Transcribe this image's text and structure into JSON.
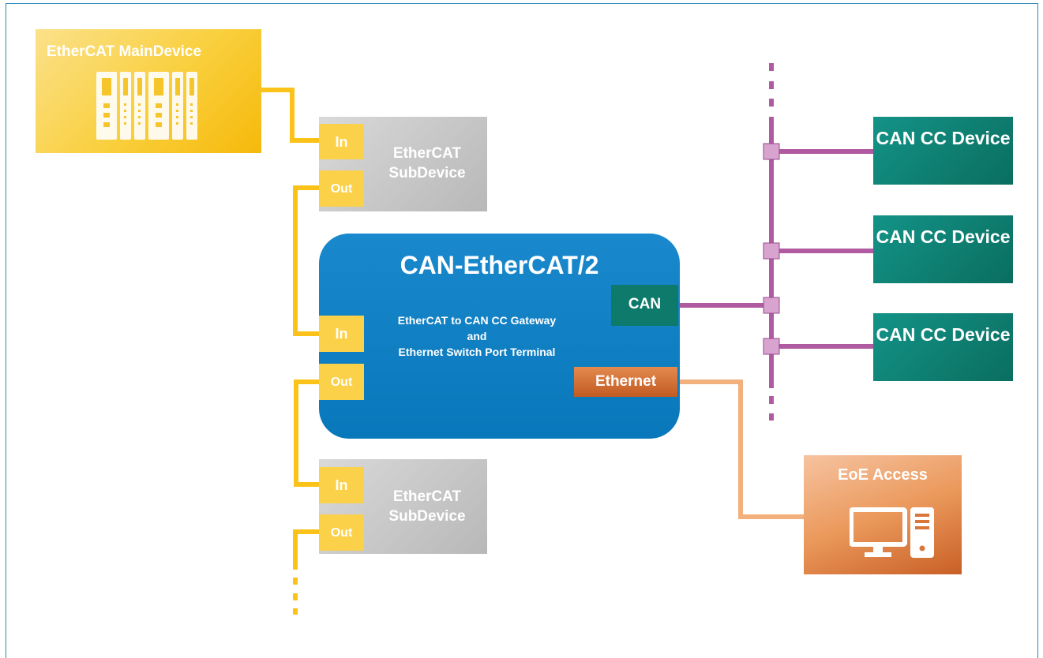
{
  "main_device": {
    "title": "EtherCAT MainDevice"
  },
  "subdevice_top": {
    "name": "EtherCAT SubDevice",
    "in_label": "In",
    "out_label": "Out"
  },
  "subdevice_bottom": {
    "name": "EtherCAT SubDevice",
    "in_label": "In",
    "out_label": "Out"
  },
  "gateway": {
    "title": "CAN-EtherCAT/2",
    "description_lines": [
      "EtherCAT to CAN CC Gateway",
      "and",
      "Ethernet Switch Port Terminal"
    ],
    "in_label": "In",
    "out_label": "Out",
    "can_port": "CAN",
    "ethernet_port": "Ethernet"
  },
  "can_devices": [
    {
      "label": "CAN CC Device"
    },
    {
      "label": "CAN CC Device"
    },
    {
      "label": "CAN CC Device"
    }
  ],
  "eoe": {
    "title": "EoE Access"
  },
  "colors": {
    "ethercat_line": "#fbc319",
    "can_bus": "#b05aa1",
    "can_node": "#d8a3cf",
    "ethernet_line": "#f2b07c",
    "gateway_blue": "#0b7cc0",
    "can_green": "#0d7a6b",
    "frame": "#2b86b8"
  },
  "icons": [
    "plc-rack-icon",
    "desktop-computer-icon"
  ]
}
